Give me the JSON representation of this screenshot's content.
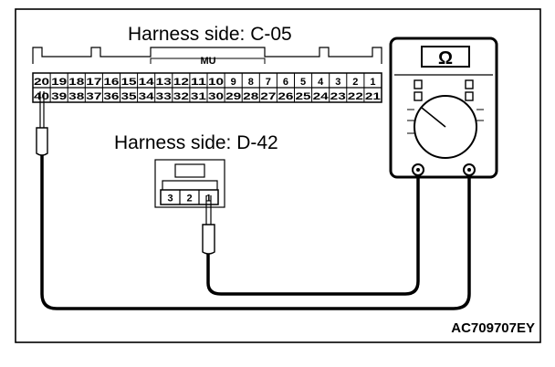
{
  "connector_c05": {
    "title": "Harness side: C-05",
    "connector_mark": "MU",
    "pins_top": [
      "20",
      "19",
      "18",
      "17",
      "16",
      "15",
      "14",
      "13",
      "12",
      "11",
      "10",
      "9",
      "8",
      "7",
      "6",
      "5",
      "4",
      "3",
      "2",
      "1"
    ],
    "pins_bottom": [
      "40",
      "39",
      "38",
      "37",
      "36",
      "35",
      "34",
      "33",
      "32",
      "31",
      "30",
      "29",
      "28",
      "27",
      "26",
      "25",
      "24",
      "23",
      "22",
      "21"
    ]
  },
  "connector_d42": {
    "title": "Harness side: D-42",
    "pins": [
      "3",
      "2",
      "1"
    ]
  },
  "meter": {
    "symbol": "Ω"
  },
  "figure_code": "AC709707EY"
}
